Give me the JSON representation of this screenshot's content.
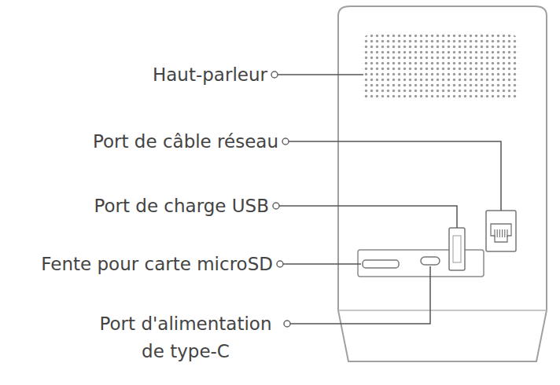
{
  "diagram": {
    "labels": [
      "Haut-parleur",
      "Port de câble réseau",
      "Port de charge USB",
      "Fente pour carte microSD",
      "Port d'alimentation de type-C"
    ]
  }
}
